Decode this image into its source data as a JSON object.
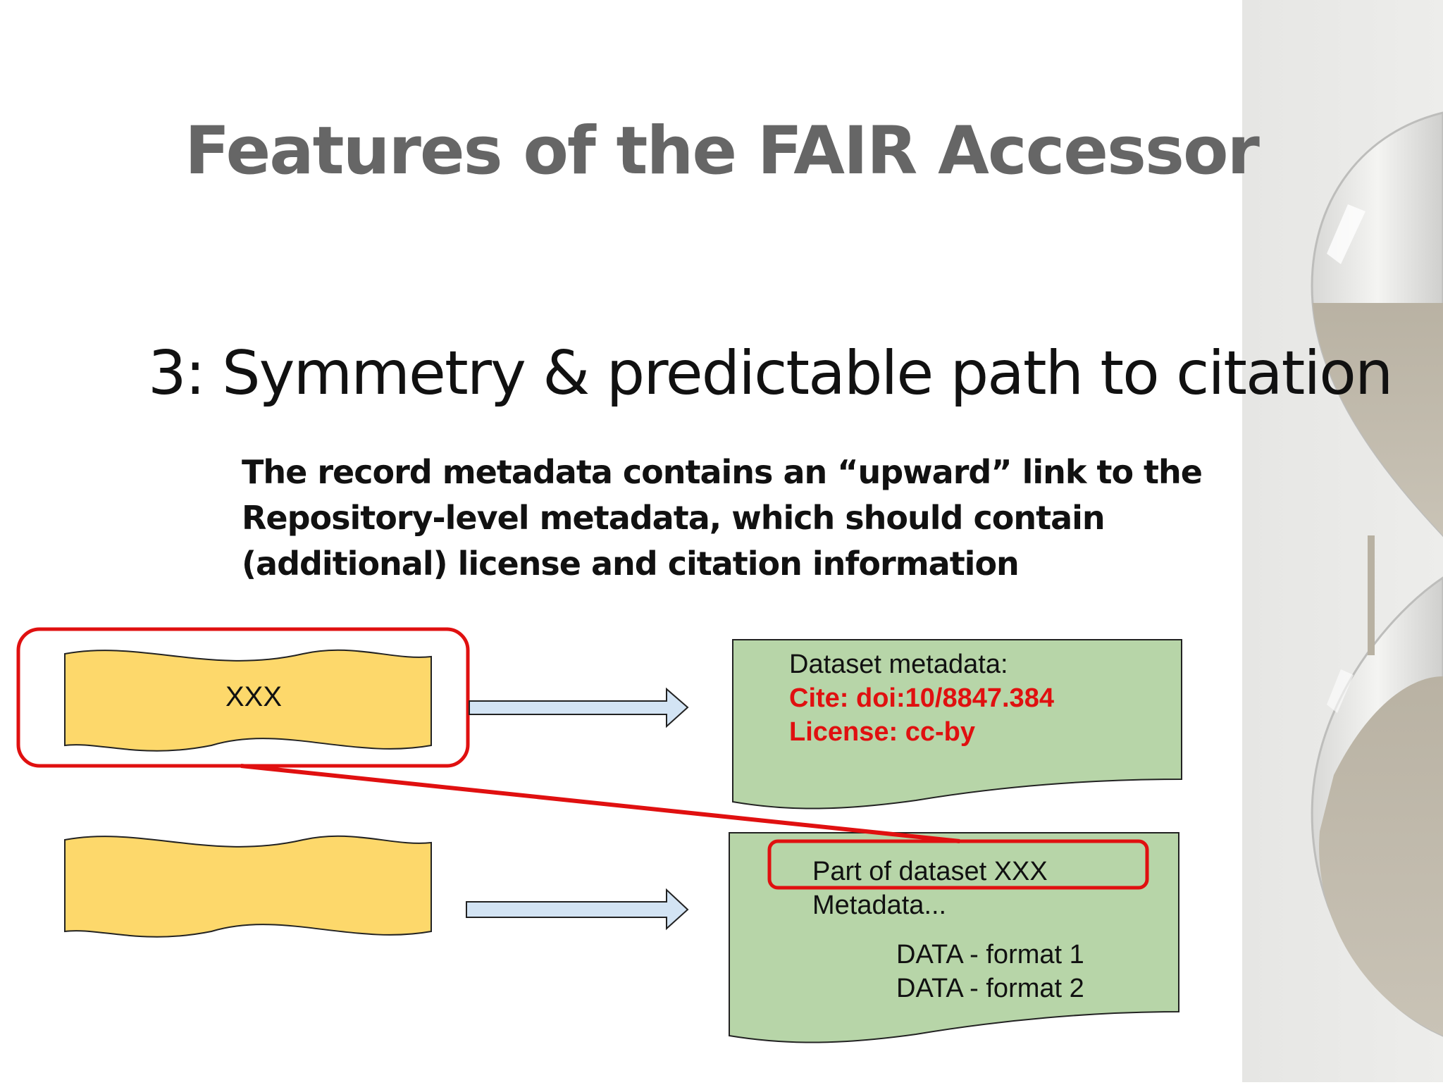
{
  "slide": {
    "title": "Features of the FAIR Accessor",
    "subtitle": "3:  Symmetry & predictable path to citation",
    "body": "The record metadata contains an “upward” link to the Repository-level metadata, which should contain (additional) license and citation information"
  },
  "diagram": {
    "dataset_doc_label": "XXX",
    "dataset_metadata": {
      "title": "Dataset metadata:",
      "cite": "Cite:  doi:10/8847.384",
      "license": "License:  cc-by"
    },
    "record_metadata": {
      "part_of": "Part of dataset XXX",
      "metadata": "Metadata...",
      "data_formats": [
        "DATA - format 1",
        "DATA - format 2"
      ]
    },
    "colors": {
      "doc_fill": "#fdd86b",
      "metadata_fill": "#b7d5a8",
      "arrow_fill": "#d3e4f4",
      "highlight": "#e01010",
      "cite_text": "#e01010"
    },
    "icons": [
      "hourglass-image"
    ]
  }
}
